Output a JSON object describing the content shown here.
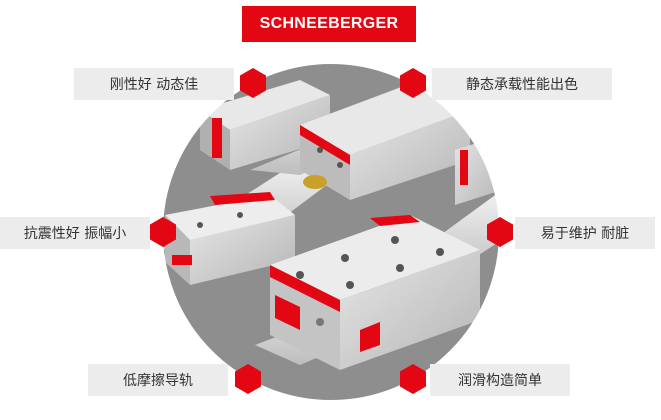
{
  "brand": {
    "name": "SCHNEEBERGER",
    "color": "#e30613"
  },
  "features": {
    "rigidity": "刚性好 动态佳",
    "static_load": "静态承载性能出色",
    "vibration": "抗震性好 振幅小",
    "maintenance": "易于维护 耐脏",
    "friction": "低摩擦导轨",
    "lubrication": "润滑构造简单"
  },
  "colors": {
    "accent": "#e30613",
    "label_bg": "#ececec",
    "rail": "#d8d8d8",
    "block": "#c9c9c9"
  }
}
